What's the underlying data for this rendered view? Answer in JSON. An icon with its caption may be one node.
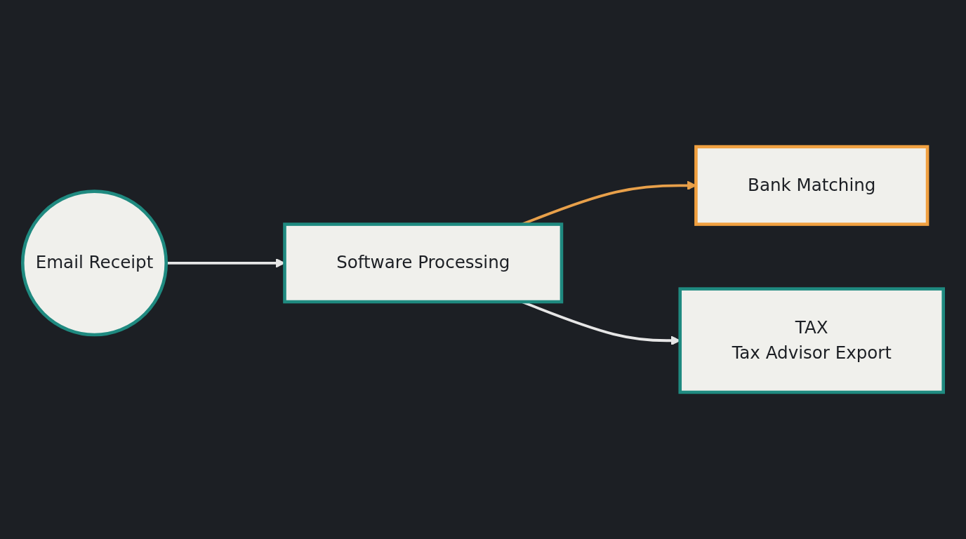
{
  "diagram": {
    "nodes": [
      {
        "text": [
          "Email Receipt"
        ]
      },
      {
        "text": [
          "Software Processing"
        ]
      },
      {
        "text": [
          "Bank Matching"
        ]
      },
      {
        "text": [
          "TAX",
          "Tax Advisor Export"
        ]
      }
    ],
    "edges": [
      {
        "from": 0,
        "to": 1,
        "arrow": "to"
      },
      {
        "from": 1,
        "to": 2,
        "arrow": "to",
        "color": "#e8a04a"
      },
      {
        "from": 1,
        "to": 3,
        "arrow": "to"
      }
    ]
  }
}
